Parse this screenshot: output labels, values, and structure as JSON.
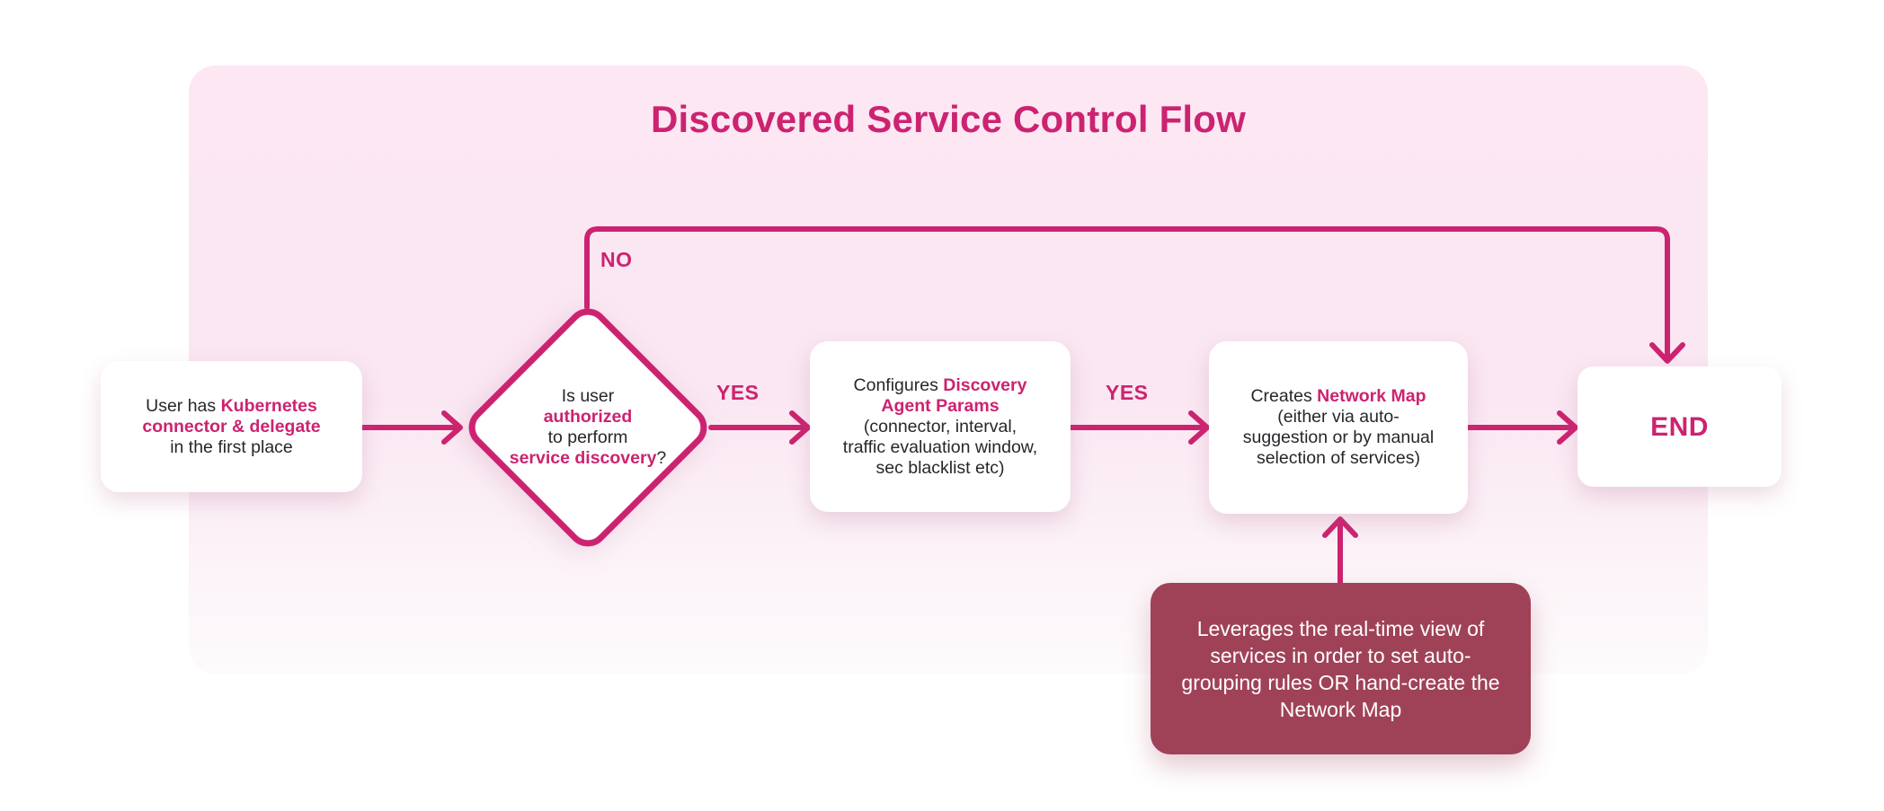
{
  "title": "Discovered Service Control Flow",
  "colors": {
    "accent": "#cc2370",
    "note_bg": "#9f4258",
    "note_text": "#ffffff",
    "node_bg": "#ffffff",
    "text_dark": "#26272b",
    "panel_top": "#fce7f3",
    "panel_mid": "#fae7f2",
    "panel_bottom": "#fdfbfc"
  },
  "labels": {
    "no": "NO",
    "yes_1": "YES",
    "yes_2": "YES"
  },
  "nodes": {
    "start": {
      "lines": [
        {
          "segments": [
            {
              "t": "User has "
            },
            {
              "t": "Kubernetes",
              "accent": true
            }
          ]
        },
        {
          "segments": [
            {
              "t": "connector & delegate",
              "accent": true
            }
          ]
        },
        {
          "segments": [
            {
              "t": "in the first place"
            }
          ]
        }
      ]
    },
    "decision": {
      "lines": [
        {
          "segments": [
            {
              "t": "Is user"
            }
          ]
        },
        {
          "segments": [
            {
              "t": "authorized",
              "accent": true
            }
          ]
        },
        {
          "segments": [
            {
              "t": "to perform"
            }
          ]
        },
        {
          "segments": [
            {
              "t": "service discovery",
              "accent": true
            },
            {
              "t": "?"
            }
          ]
        }
      ]
    },
    "config": {
      "lines": [
        {
          "segments": [
            {
              "t": "Configures "
            },
            {
              "t": "Discovery",
              "accent": true
            }
          ]
        },
        {
          "segments": [
            {
              "t": "Agent Params",
              "accent": true
            }
          ]
        },
        {
          "segments": [
            {
              "t": "(connector, interval,"
            }
          ]
        },
        {
          "segments": [
            {
              "t": "traffic evaluation window,"
            }
          ]
        },
        {
          "segments": [
            {
              "t": "sec blacklist etc)"
            }
          ]
        }
      ]
    },
    "network": {
      "lines": [
        {
          "segments": [
            {
              "t": "Creates "
            },
            {
              "t": "Network Map",
              "accent": true
            }
          ]
        },
        {
          "segments": [
            {
              "t": "(either via auto-"
            }
          ]
        },
        {
          "segments": [
            {
              "t": "suggestion or by manual"
            }
          ]
        },
        {
          "segments": [
            {
              "t": "selection of services)"
            }
          ]
        }
      ]
    },
    "end": {
      "label": "END"
    },
    "note": {
      "text": "Leverages the real-time view of services in order to set auto-grouping rules OR hand-create the Network Map"
    }
  }
}
